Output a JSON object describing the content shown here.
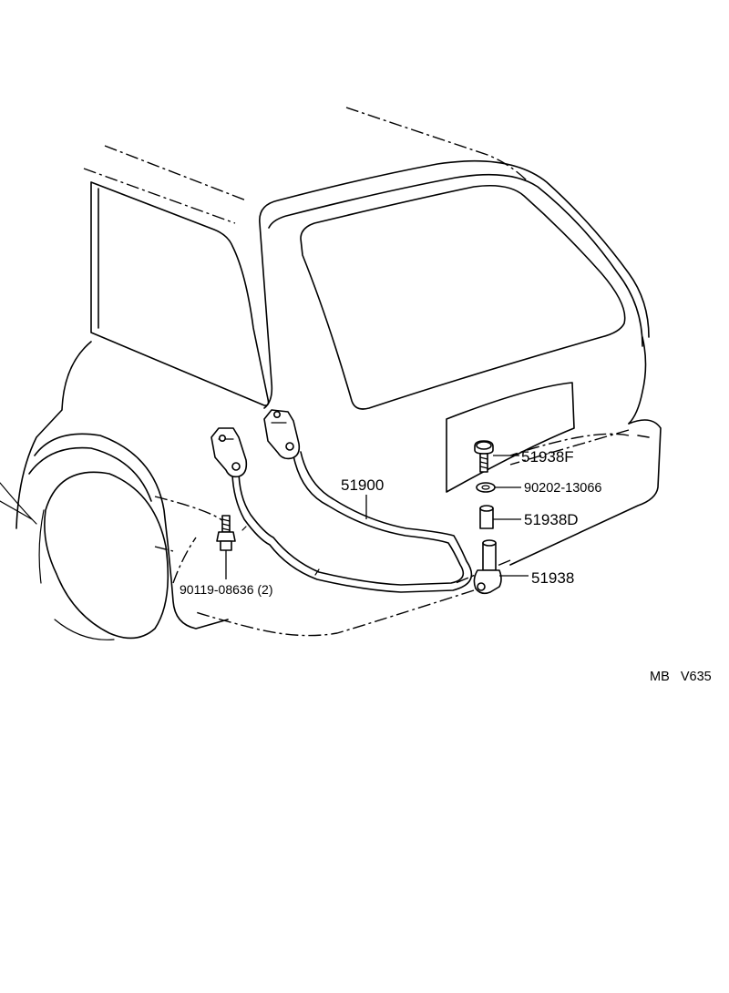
{
  "labels": {
    "hose_assy": "51900",
    "bolt": "51938F",
    "washer": "90202-13066",
    "collar": "51938D",
    "hanger": "51938",
    "bracket_bolt": "90119-08636 (2)",
    "diagram_code": "MB   V635"
  }
}
